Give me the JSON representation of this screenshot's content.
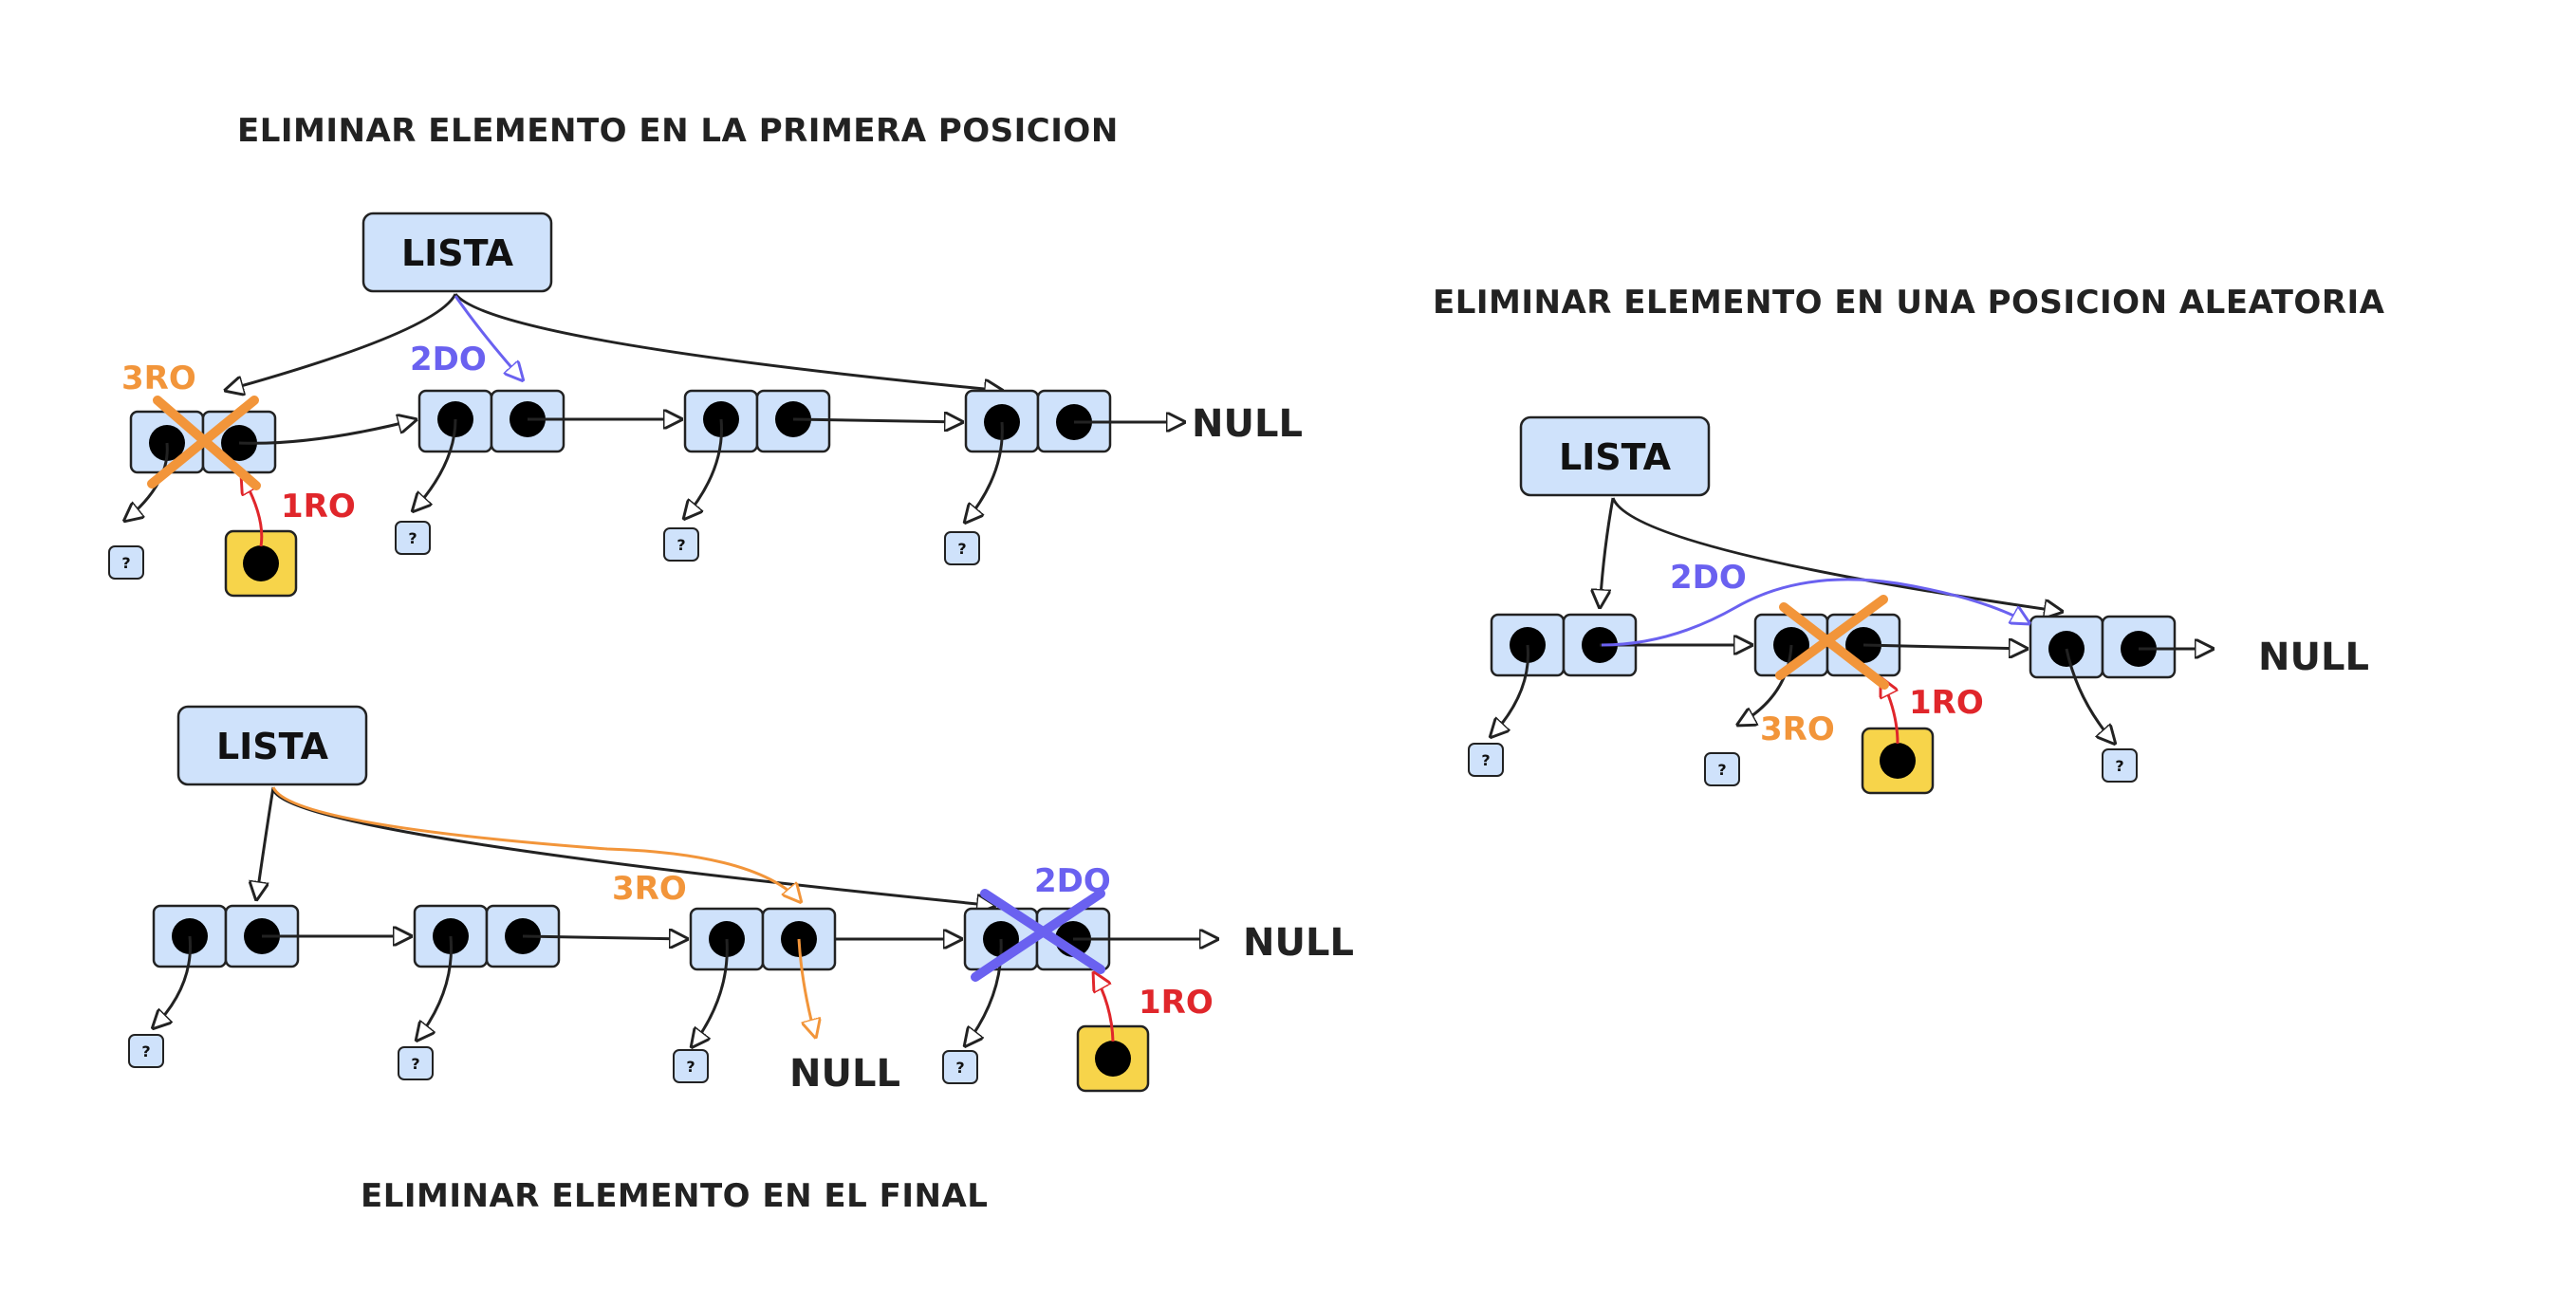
{
  "titles": {
    "first": "ELIMINAR ELEMENTO EN LA PRIMERA POSICION",
    "random": "ELIMINAR ELEMENTO EN UNA POSICION ALEATORIA",
    "end": "ELIMINAR ELEMENTO EN EL FINAL"
  },
  "labels": {
    "lista": "LISTA",
    "null": "NULL",
    "unknown": "?",
    "step1": "1RO",
    "step2": "2DO",
    "step3": "3RO"
  },
  "colors": {
    "node_fill": "#cfe2fb",
    "new_pointer_fill": "#f7d44a",
    "step1": "#e0262b",
    "step2": "#6a61f0",
    "step3": "#f2953a"
  }
}
